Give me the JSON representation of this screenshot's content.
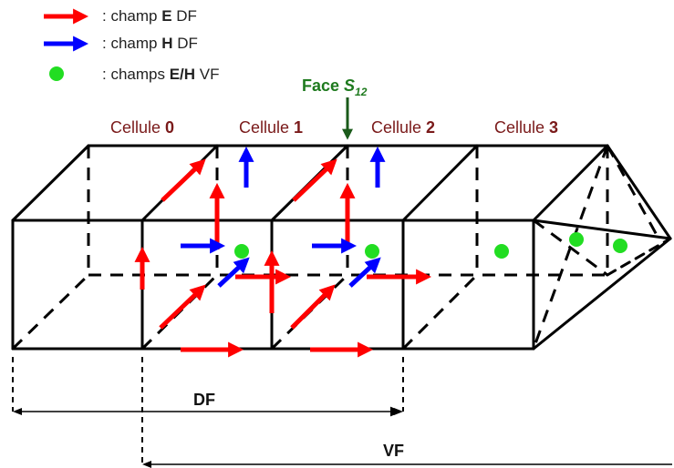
{
  "legend": {
    "e_field": {
      "prefix": ": champ ",
      "bold": "E",
      "suffix": " DF"
    },
    "h_field": {
      "prefix": ": champ ",
      "bold": "H",
      "suffix": " DF"
    },
    "vf_fields": {
      "prefix": ": champs ",
      "bold": "E/H",
      "suffix": " VF"
    }
  },
  "face_label": {
    "text": "Face ",
    "symbol": "S",
    "subscript": "12"
  },
  "cells": [
    {
      "label": "Cellule ",
      "index": "0"
    },
    {
      "label": "Cellule ",
      "index": "1"
    },
    {
      "label": "Cellule ",
      "index": "2"
    },
    {
      "label": "Cellule ",
      "index": "3"
    }
  ],
  "dimensions": {
    "df_label": "DF",
    "vf_label": "VF"
  },
  "colors": {
    "e_arrow": "#ff0000",
    "h_arrow": "#0000ff",
    "vf_dot": "#22dd22",
    "face_arrow": "#1a5a1a",
    "structure": "#000000"
  }
}
